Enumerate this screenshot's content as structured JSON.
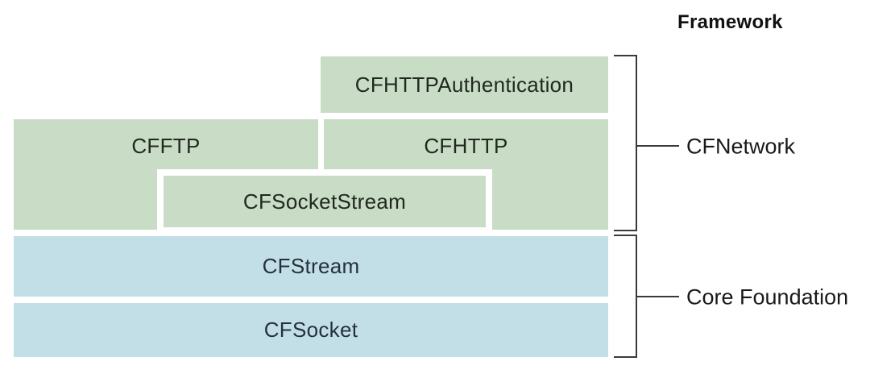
{
  "diagram": {
    "heading": "Framework",
    "groups": [
      {
        "name": "CFNetwork",
        "boxes": [
          {
            "id": "cfhttpauthentication",
            "label": "CFHTTPAuthentication"
          },
          {
            "id": "cfftp",
            "label": "CFFTP"
          },
          {
            "id": "cfhttp",
            "label": "CFHTTP"
          },
          {
            "id": "cfsocketstream",
            "label": "CFSocketStream"
          }
        ]
      },
      {
        "name": "Core Foundation",
        "boxes": [
          {
            "id": "cfstream",
            "label": "CFStream"
          },
          {
            "id": "cfsocket",
            "label": "CFSocket"
          }
        ]
      }
    ],
    "colors": {
      "cfnetwork_box": "#c9dcc5",
      "core_foundation_box": "#c2dfe8",
      "bracket_line": "#3a3a3a",
      "box_text": "#20291f",
      "heading_text": "#111111",
      "background": "#ffffff"
    }
  }
}
